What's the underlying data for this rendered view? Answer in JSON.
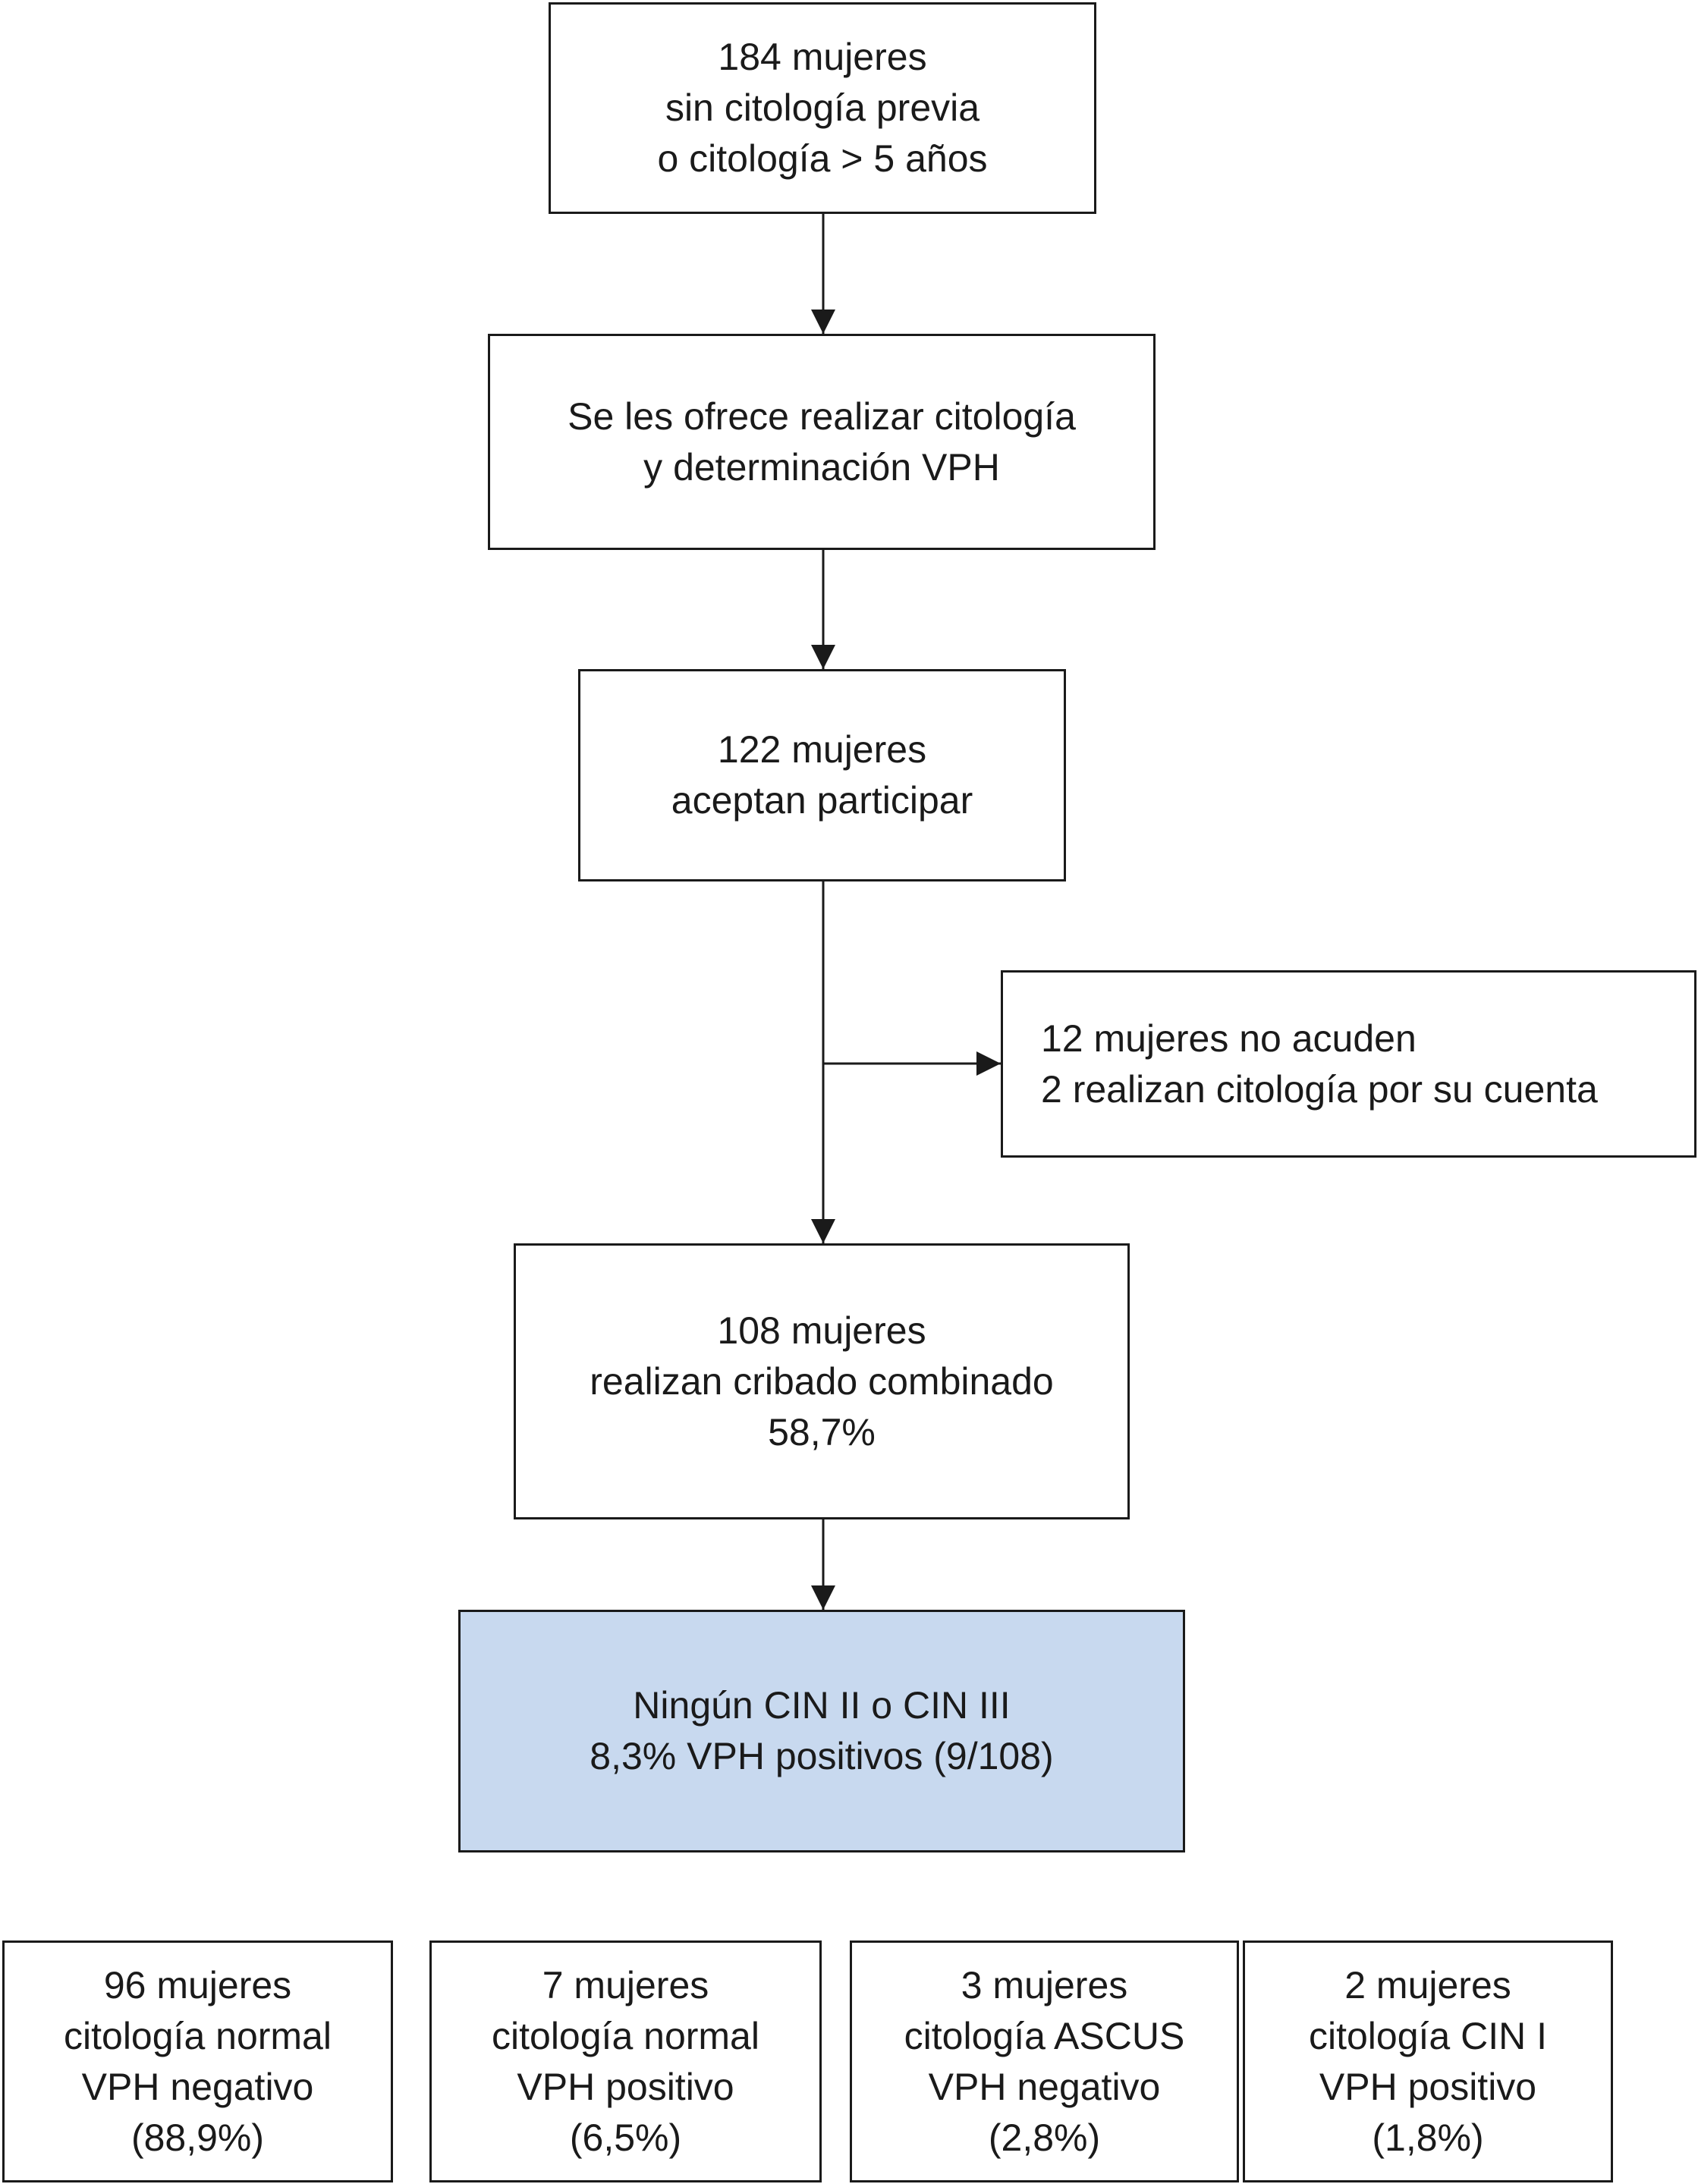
{
  "flowchart": {
    "step1": {
      "lines": [
        "184 mujeres",
        "sin citología previa",
        "o citología > 5 años"
      ]
    },
    "step2": {
      "lines": [
        "Se les ofrece realizar citología",
        "y determinación VPH"
      ]
    },
    "step3": {
      "lines": [
        "122 mujeres",
        "aceptan participar"
      ]
    },
    "side_exclusion": {
      "lines": [
        "12 mujeres no acuden",
        "2 realizan citología por su cuenta"
      ]
    },
    "step4": {
      "lines": [
        "108 mujeres",
        "realizan cribado combinado",
        "58,7%"
      ]
    },
    "result": {
      "lines": [
        "Ningún CIN II o CIN III",
        "8,3% VPH positivos (9/108)"
      ],
      "fill_color": "#c8d9ef"
    },
    "outcomes": [
      {
        "lines": [
          "96 mujeres",
          "citología normal",
          "VPH negativo",
          "(88,9%)"
        ]
      },
      {
        "lines": [
          "7 mujeres",
          "citología normal",
          "VPH positivo",
          "(6,5%)"
        ]
      },
      {
        "lines": [
          "3 mujeres",
          "citología ASCUS",
          "VPH negativo",
          "(2,8%)"
        ]
      },
      {
        "lines": [
          "2 mujeres",
          "citología CIN I",
          "VPH positivo",
          "(1,8%)"
        ]
      }
    ]
  }
}
